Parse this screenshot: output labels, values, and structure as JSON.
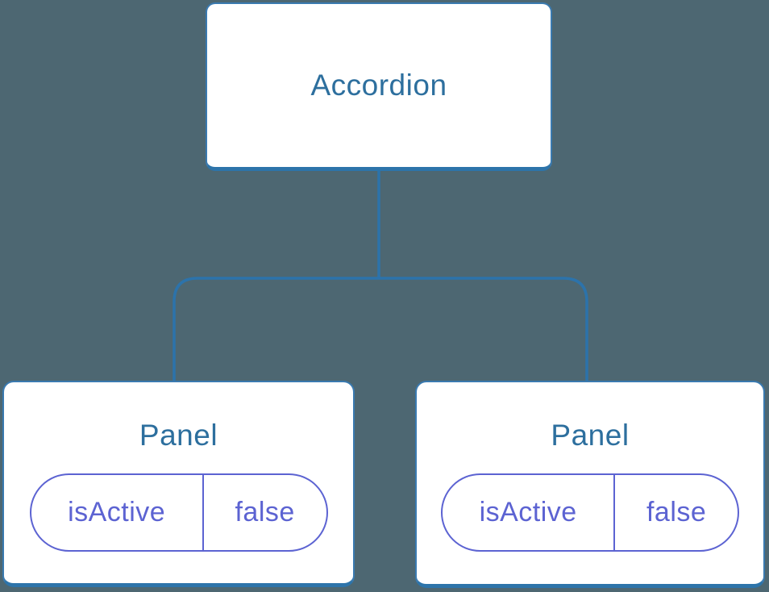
{
  "diagram": {
    "title_hint": "component tree",
    "background_color": "#4d6772",
    "connector_color": "#2c73ab",
    "box_border_color": "#2d74aa",
    "label_color": "#2d6f9e",
    "state_color": "#5c63d2",
    "root": {
      "label": "Accordion"
    },
    "panels": [
      {
        "label": "Panel",
        "prop": {
          "name": "isActive",
          "value": "false"
        }
      },
      {
        "label": "Panel",
        "prop": {
          "name": "isActive",
          "value": "false"
        }
      }
    ]
  }
}
